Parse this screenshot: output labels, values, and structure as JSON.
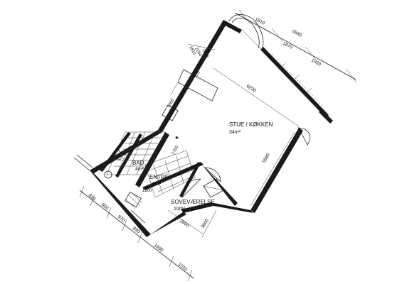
{
  "rooms": [
    {
      "name": "STUE / KØKKEN",
      "area": "34m²"
    },
    {
      "name": "BAD",
      "area": "4m²"
    },
    {
      "name": "ENTRÉ",
      "area": "6m²"
    },
    {
      "name": "SOVEVÆRELSE",
      "area": "10m²"
    }
  ],
  "dimensions": {
    "top_right": [
      "1810",
      "6580",
      "1870",
      "1930"
    ],
    "top_left": [
      "1810",
      "2264",
      "2084"
    ],
    "top_inner": [
      "220"
    ],
    "interior": [
      "6230",
      "5580",
      "3000",
      "2800",
      "3600",
      "1200",
      "1700"
    ],
    "bottom_left": [
      "810",
      "950",
      "970",
      "890",
      "1930",
      "1010"
    ]
  },
  "colors": {
    "line": "#1a1a1a",
    "background": "#ffffff"
  }
}
